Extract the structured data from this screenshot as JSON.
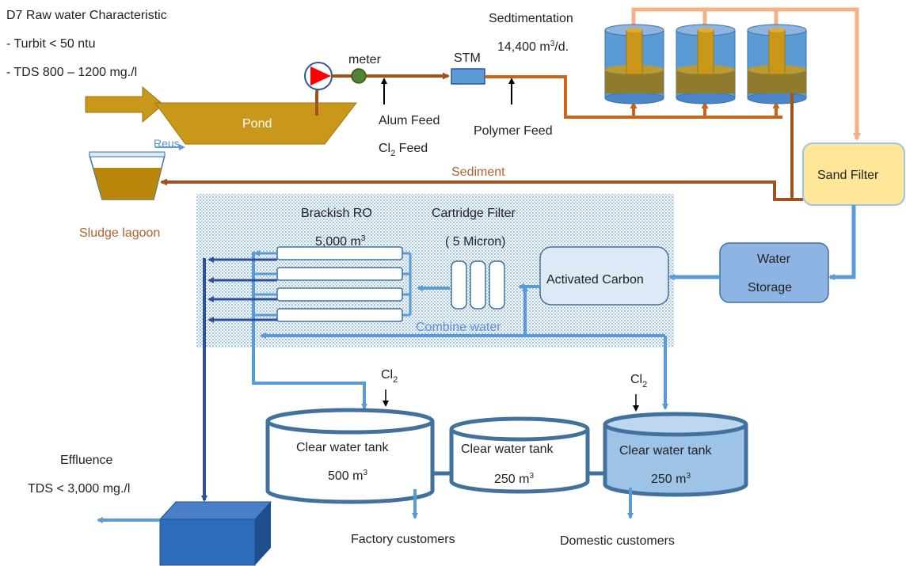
{
  "raw_water": {
    "title": "D7 Raw water Characteristic",
    "turbidity": "- Turbit  < 50 ntu",
    "tds": "- TDS 800 – 1200 mg./l"
  },
  "intake": {
    "pond": "Pond",
    "meter": "meter",
    "stm": "STM",
    "alum_feed": "Alum Feed",
    "cl2_feed_base": "Cl",
    "cl2_feed_sub": "2",
    "cl2_feed_rest": "  Feed",
    "polymer_feed": "Polymer Feed"
  },
  "sedimentation": {
    "title": "Sedtimentation",
    "capacity_num": "14,400 m",
    "capacity_sup": "3",
    "capacity_unit": "/d."
  },
  "sludge": {
    "reuse": "Reus",
    "sediment": "Sediment",
    "lagoon": "Sludge lagoon"
  },
  "treatment": {
    "sand_filter": "Sand Filter",
    "water_storage_line1": "Water",
    "water_storage_line2": "Storage",
    "activated_carbon": "Activated Carbon",
    "cartridge_filter": "Cartridge Filter",
    "cartridge_micron": "( 5 Micron)",
    "brackish_ro": "Brackish RO",
    "ro_capacity_num": "5,000 m",
    "ro_capacity_sup": "3",
    "combine_water": "Combine water"
  },
  "tanks": {
    "cl2_base": "Cl",
    "cl2_sub": "2",
    "tank1_name": "Clear water tank",
    "tank1_volume": "500 m",
    "tank1_sup": "3",
    "tank2_name": "Clear water tank",
    "tank2_volume": "250 m",
    "tank2_sup": "3",
    "tank3_name": "Clear water tank",
    "tank3_volume": "250 m",
    "tank3_sup": "3"
  },
  "outputs": {
    "factory": "Factory customers",
    "domestic": "Domestic customers",
    "effluence": "Effluence",
    "effluence_tds": "TDS < 3,000 mg./l"
  },
  "colors": {
    "brown_pipe": "#a0521e",
    "orange_pipe": "#c8651b",
    "peach_pipe": "#f5b184",
    "blue_pipe": "#5b9bd5",
    "dark_blue_pipe": "#2f4f9a",
    "pond_fill": "#c9971a",
    "sand_filter_fill": "#ffe699",
    "water_storage_fill": "#8eb4e3",
    "tank_outline": "#41719c",
    "effluent_box": "#2e6cba"
  }
}
